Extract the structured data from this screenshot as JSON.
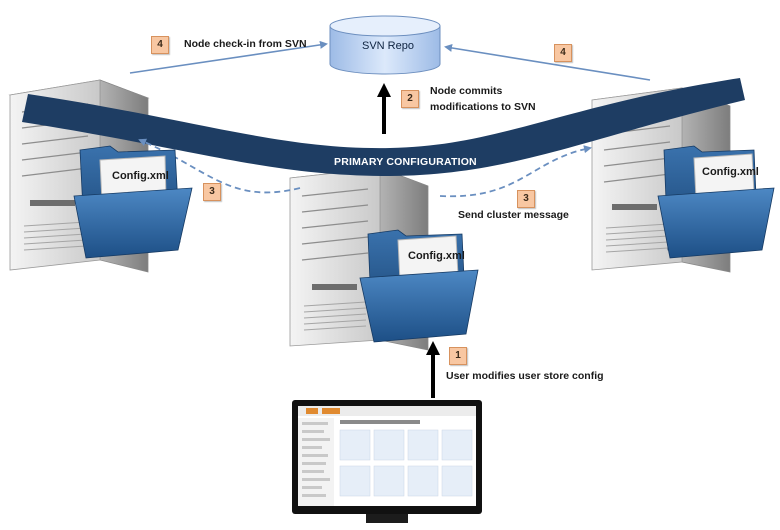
{
  "repo": {
    "label": "SVN Repo"
  },
  "band": {
    "label": "PRIMARY CONFIGURATION"
  },
  "steps": {
    "s1": {
      "num": "1",
      "text": "User modifies user store config"
    },
    "s2": {
      "num": "2",
      "text_line1": "Node commits",
      "text_line2": "modifications to SVN"
    },
    "s3_left": {
      "num": "3"
    },
    "s3_right": {
      "num": "3",
      "text": "Send cluster message"
    },
    "s4_left": {
      "num": "4",
      "text": "Node check-in from SVN"
    },
    "s4_right": {
      "num": "4"
    }
  },
  "files": {
    "left": "Config.xml",
    "center": "Config.xml",
    "right": "Config.xml"
  },
  "colors": {
    "band": "#1e3d63",
    "arrow_blue": "#6a8fc0",
    "badge_fill": "#f8c7a2",
    "folder": "#2f6aa6",
    "repo_fill": "#c4d8f4"
  }
}
